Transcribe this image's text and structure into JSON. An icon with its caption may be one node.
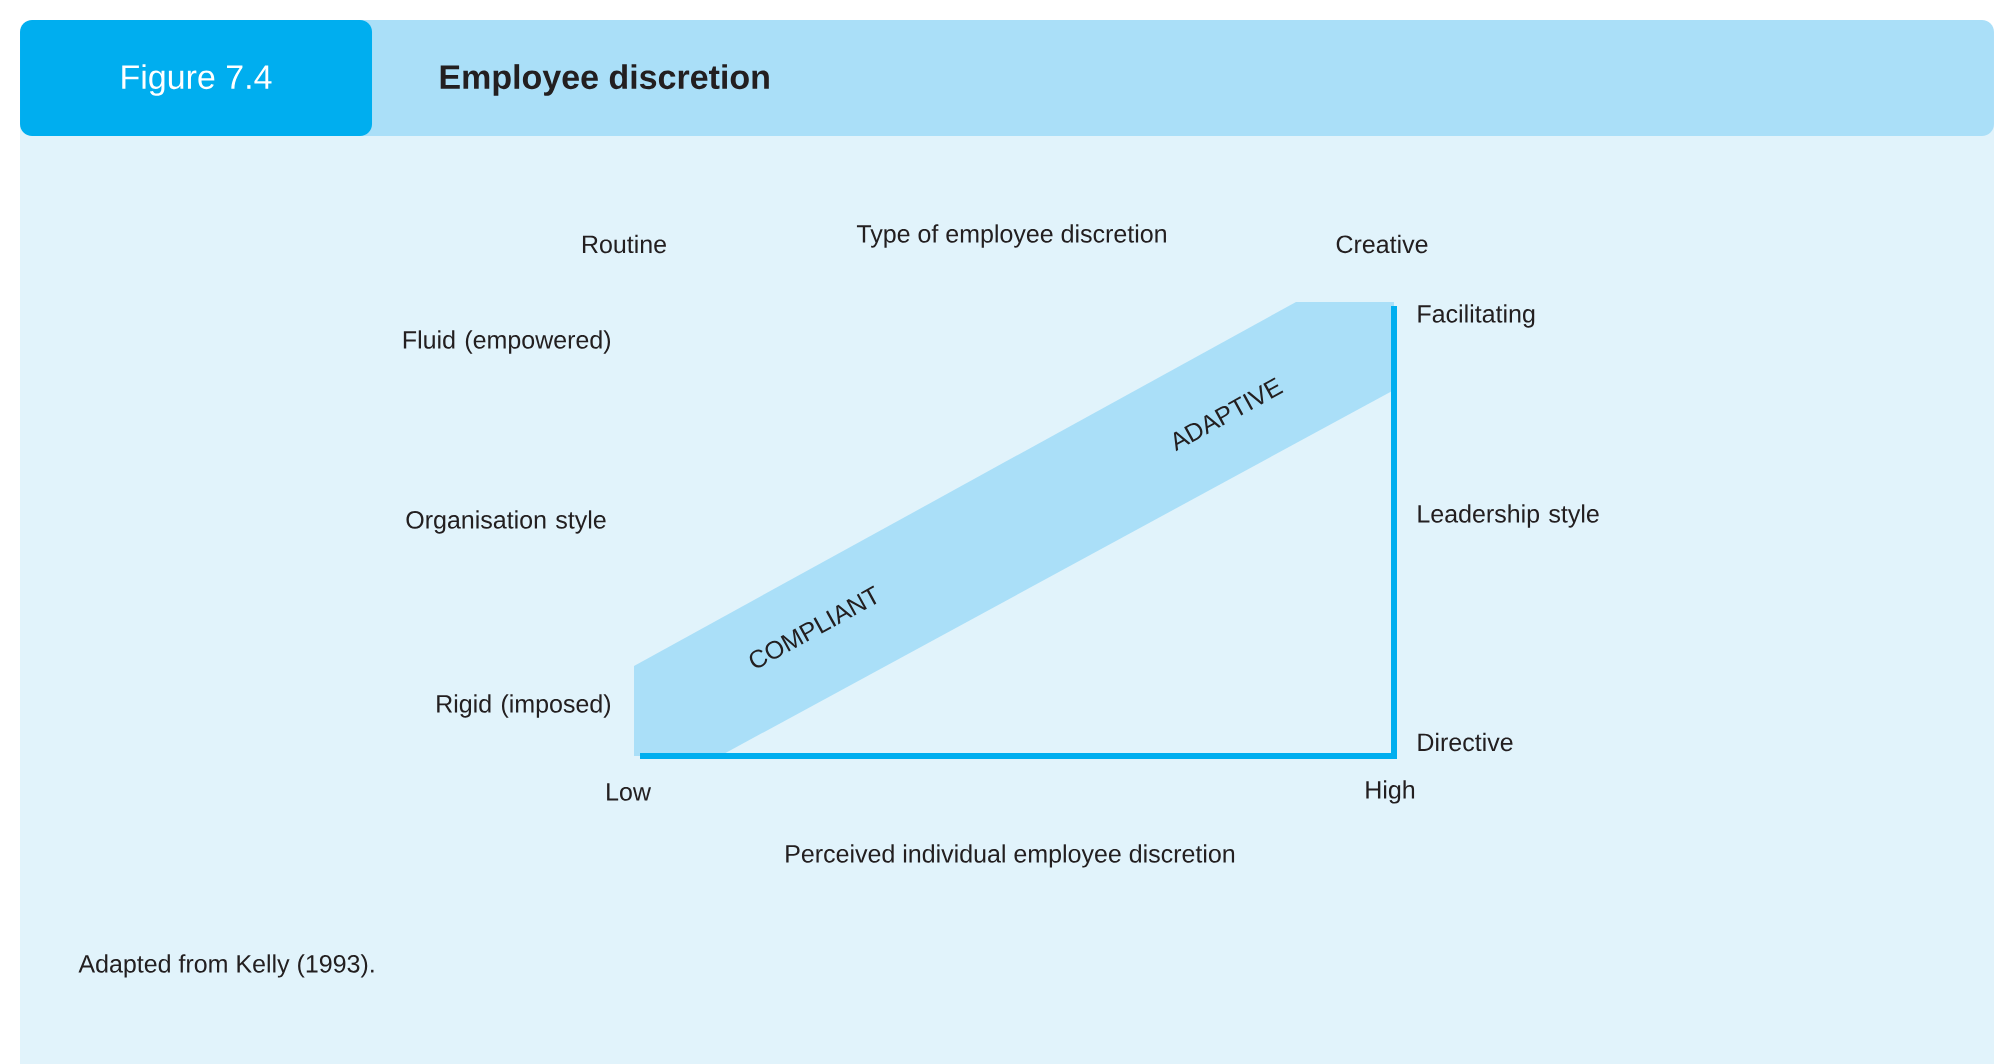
{
  "diagram": {
    "title": "Employee discretion",
    "caption": "Adapted from Kelly (1993).",
    "nodes": [
      {
        "text": [
          "COMPLIANT",
          "ADAPTIVE"
        ]
      }
    ],
    "labels": [
      "Figure 7.4",
      "Routine",
      "Type of employee discretion",
      "Creative",
      "Fluid (empowered)",
      "Facilitating",
      "Organisation style",
      "Leadership style",
      "Rigid (imposed)",
      "Directive",
      "Low",
      "High",
      "Perceived individual employee discretion"
    ]
  }
}
